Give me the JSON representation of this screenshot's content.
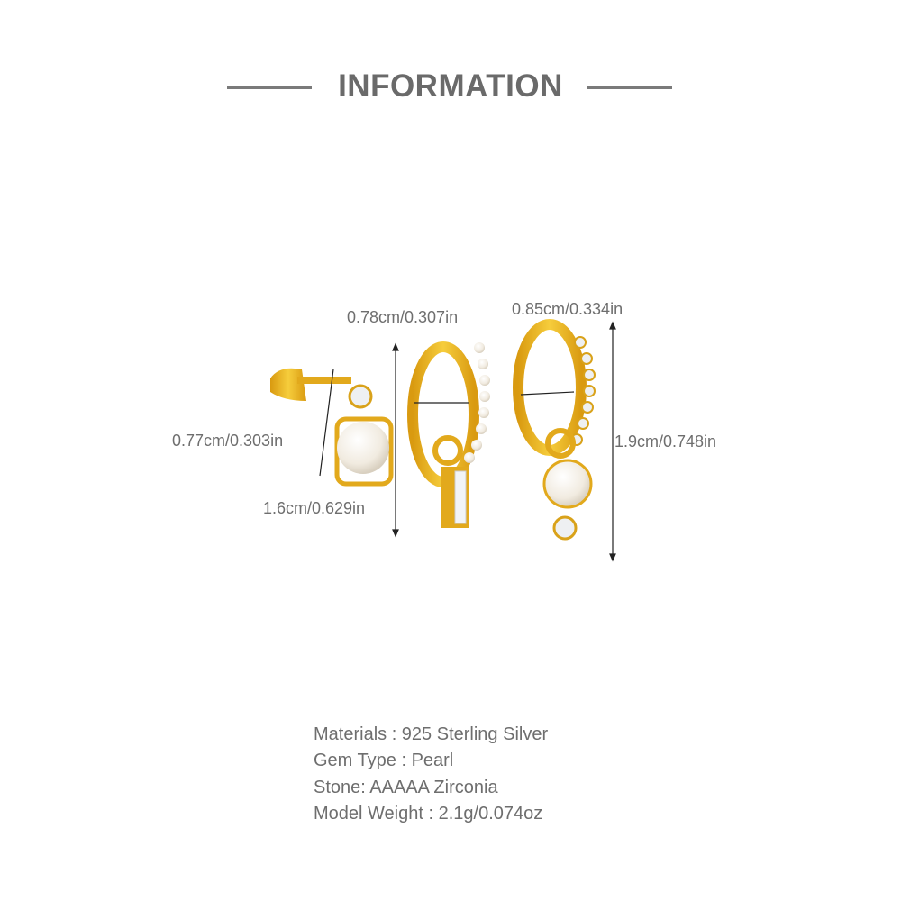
{
  "header": {
    "title": "INFORMATION"
  },
  "dimensions": {
    "stud_width": "0.77cm/0.303in",
    "set_height": "1.6cm/0.629in",
    "hoop1_width": "0.78cm/0.307in",
    "hoop2_width": "0.85cm/0.334in",
    "hoop2_height": "1.9cm/0.748in"
  },
  "specs": [
    "Materials : 925 Sterling Silver",
    "Gem Type : Pearl",
    "Stone: AAAAA Zirconia",
    "Model Weight : 2.1g/0.074oz"
  ],
  "colors": {
    "gold": "#e8b520",
    "text": "#6e6e6e",
    "pearl": "#f4efe6"
  }
}
